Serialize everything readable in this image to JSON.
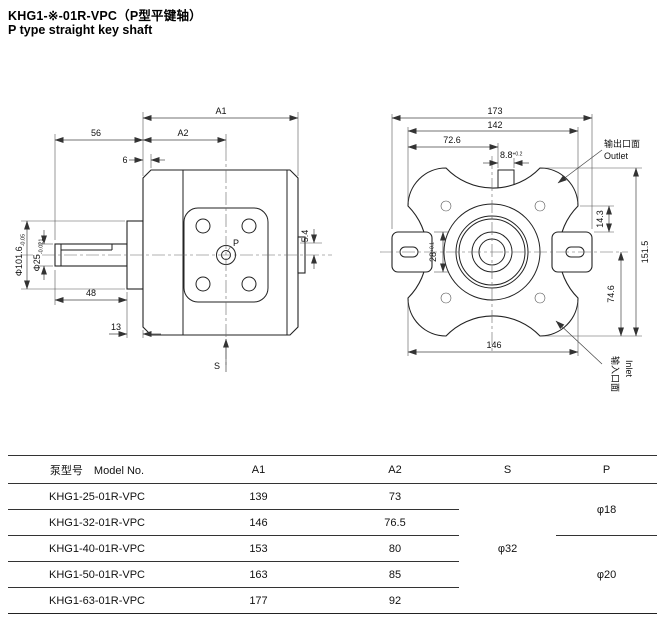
{
  "title": {
    "line1": "KHG1-※-01R-VPC（P型平键轴）",
    "line2": "P type  straight key shaft"
  },
  "left_view": {
    "a1": "A1",
    "d56": "56",
    "a2": "A2",
    "d6": "6",
    "d101": "Φ101.6",
    "d101_tol": "-0.05",
    "d25": "Φ25",
    "d25_tol": "-0.021",
    "d48": "48",
    "d13": "13",
    "d54": "5.4",
    "s": "S",
    "p": "P"
  },
  "right_view": {
    "d173": "173",
    "d142": "142",
    "d726": "72.6",
    "d88": "8.8",
    "d88_tol": "+0.2",
    "d28": "28",
    "d28_tol": "+0.1",
    "d146": "146",
    "d143": "14.3",
    "d1515": "151.5",
    "d746": "74.6",
    "outlet_cn": "输出口面",
    "outlet_en": "Outlet",
    "inlet_cn": "输入口面",
    "inlet_en": "Inlet"
  },
  "table": {
    "headers": {
      "model": "泵型号　Model No.",
      "a1": "A1",
      "a2": "A2",
      "s": "S",
      "p": "P"
    },
    "rows": [
      {
        "model": "KHG1-25-01R-VPC",
        "a1": "139",
        "a2": "73"
      },
      {
        "model": "KHG1-32-01R-VPC",
        "a1": "146",
        "a2": "76.5"
      },
      {
        "model": "KHG1-40-01R-VPC",
        "a1": "153",
        "a2": "80"
      },
      {
        "model": "KHG1-50-01R-VPC",
        "a1": "163",
        "a2": "85"
      },
      {
        "model": "KHG1-63-01R-VPC",
        "a1": "177",
        "a2": "92"
      }
    ],
    "s_value": "φ32",
    "p_value_1": "φ18",
    "p_value_2": "φ20"
  }
}
